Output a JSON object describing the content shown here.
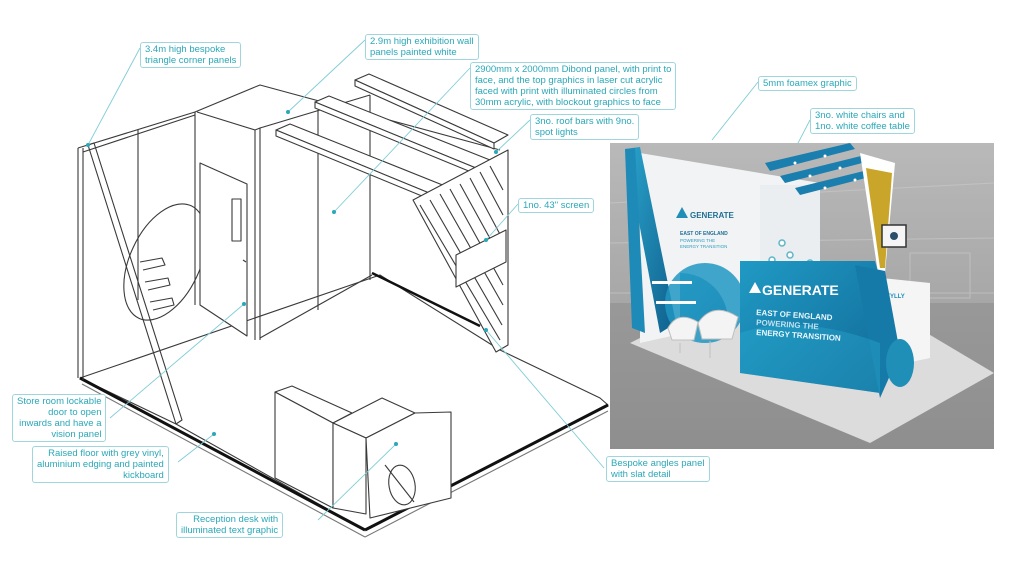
{
  "diagram": {
    "title": "Exhibition stand isometric line drawing with annotations and 3D render",
    "accent_color": "#2aa8b8",
    "callout_border_color": "#9fd6dd",
    "line_color": "#333333",
    "callouts": [
      {
        "id": "corner-panels",
        "text": "3.4m high bespoke\ntriangle corner panels"
      },
      {
        "id": "wall-panels",
        "text": "2.9m high exhibition wall\npanels painted white"
      },
      {
        "id": "dibond-panel",
        "text": "2900mm x 2000mm Dibond panel, with print to\nface, and the top graphics in laser cut acrylic\nfaced with print with illuminated circles from\n30mm acrylic, with blockout graphics to face"
      },
      {
        "id": "roof-bars",
        "text": "3no. roof bars with 9no.\nspot lights"
      },
      {
        "id": "screen",
        "text": "1no. 43\" screen"
      },
      {
        "id": "foamex",
        "text": "5mm foamex graphic"
      },
      {
        "id": "chairs",
        "text": "3no. white chairs and\n1no. white coffee table"
      },
      {
        "id": "store-door",
        "text": "Store room lockable\ndoor to open\ninwards and have a\nvision panel"
      },
      {
        "id": "raised-floor",
        "text": "Raised floor with grey vinyl,\naluminium edging and painted\nkickboard"
      },
      {
        "id": "angled-panel",
        "text": "Bespoke angles panel\nwith slat detail"
      },
      {
        "id": "reception-desk",
        "text": "Reception desk with\nilluminated text graphic"
      }
    ]
  },
  "render": {
    "brand_name": "GENERATE",
    "wall_tagline": [
      "EAST OF ENGLAND",
      "POWERING THE",
      "ENERGY TRANSITION"
    ],
    "desk_tagline": [
      "EAST OF ENGLAND",
      "POWERING THE",
      "ENERGY TRANSITION"
    ],
    "colors": {
      "brand_blue": "#1f8fb8",
      "dark_blue": "#0f5f8c",
      "slat_yellow": "#c9a62a",
      "background_grey": "#9a9a9a",
      "floor_grey": "#dcdcdc"
    }
  }
}
